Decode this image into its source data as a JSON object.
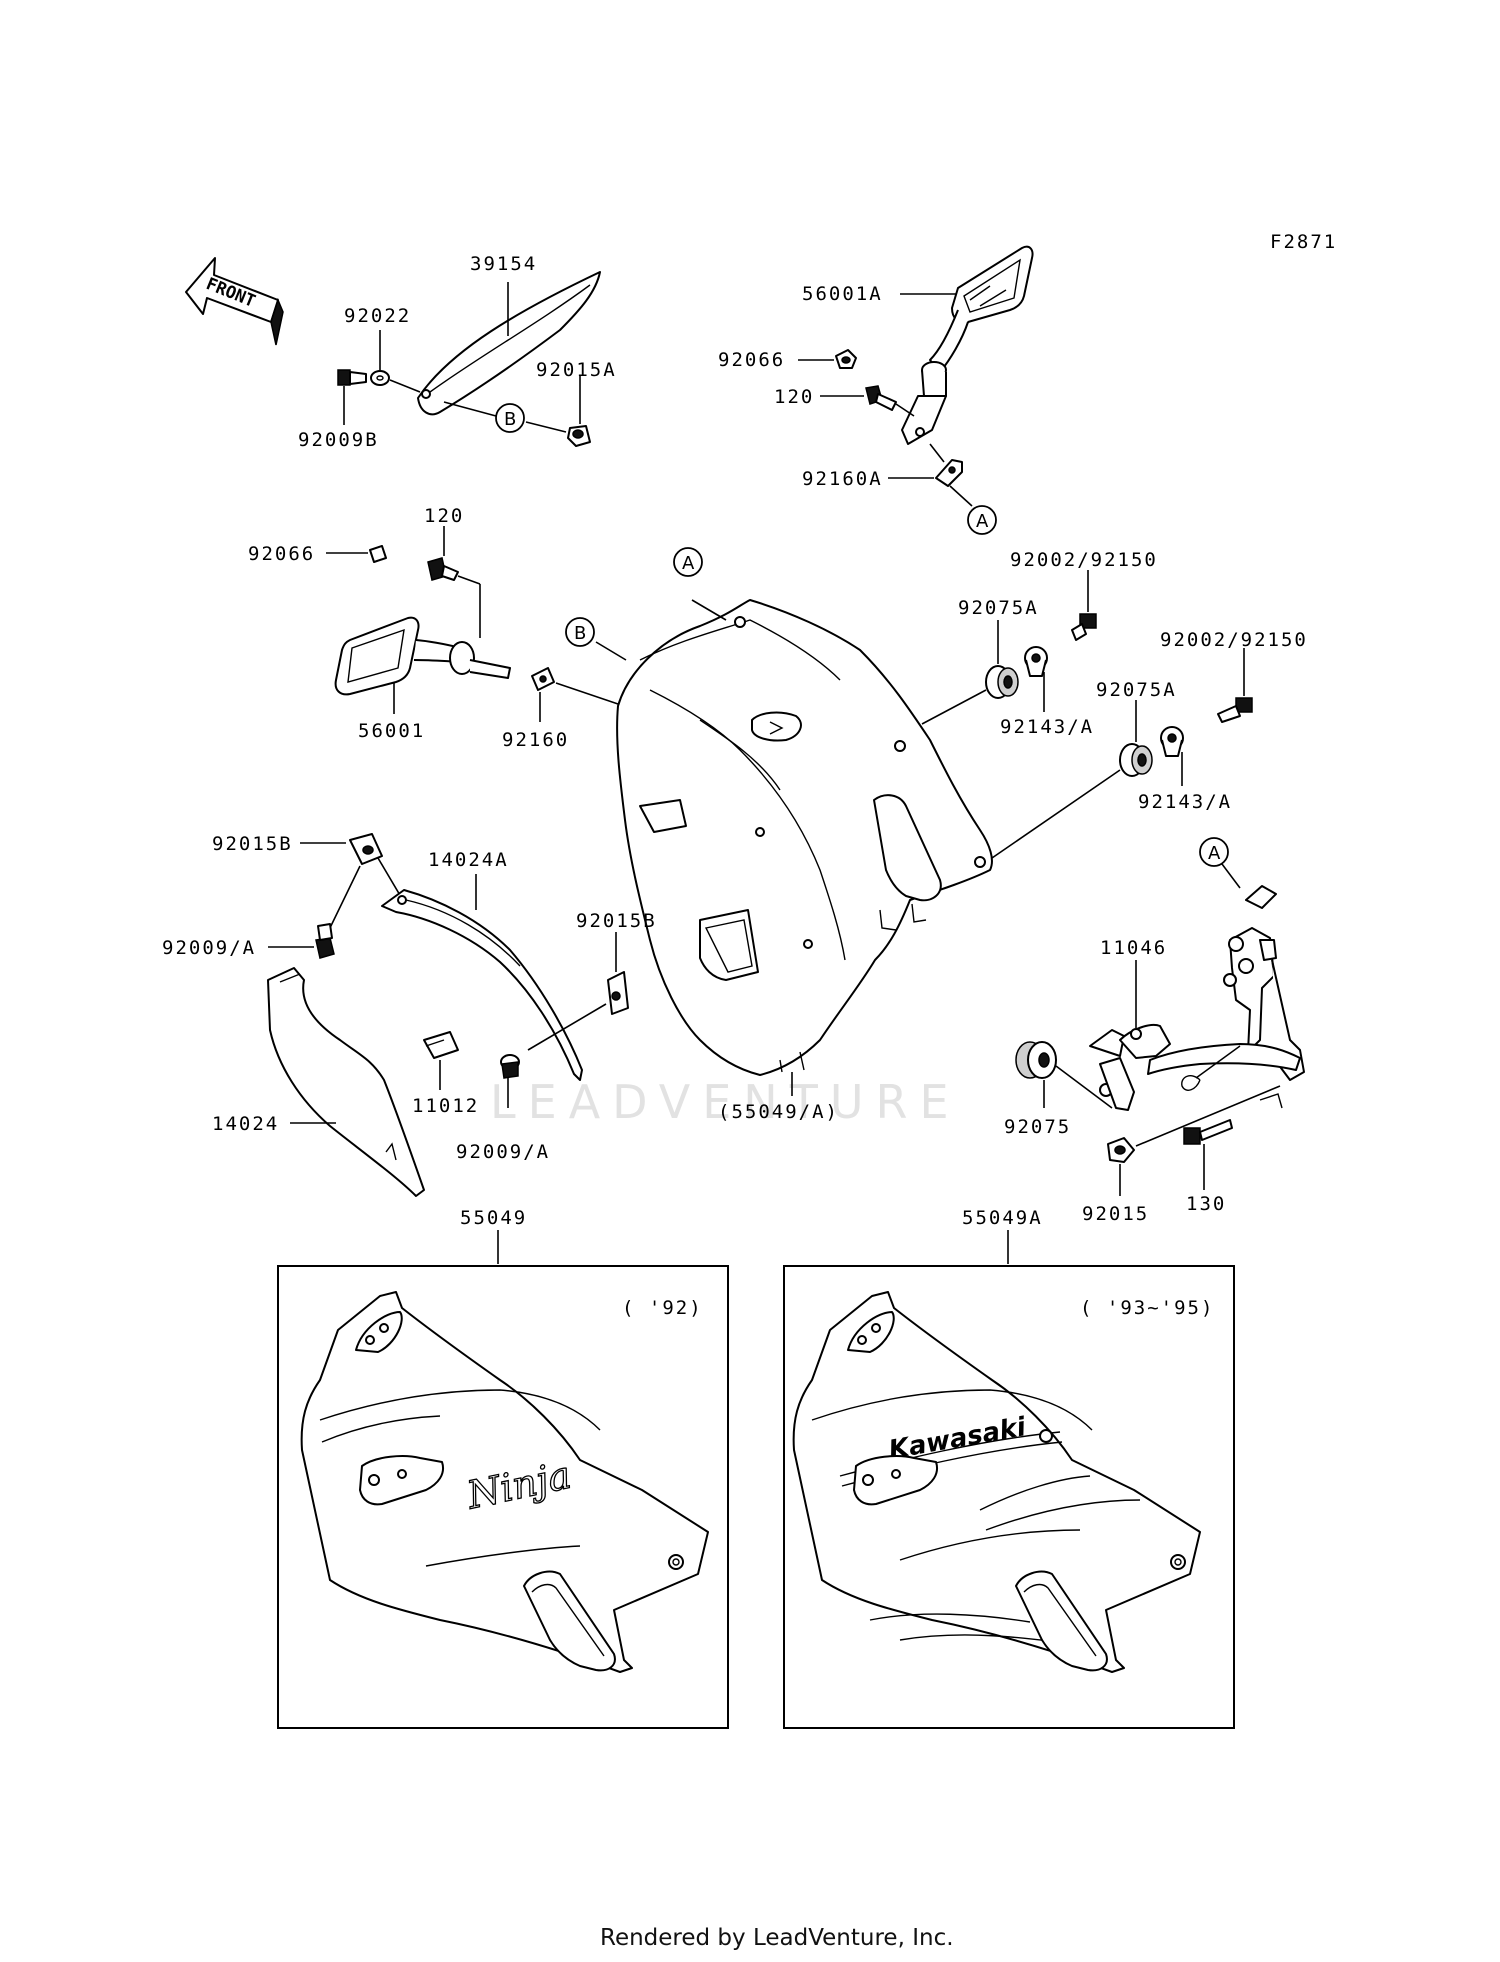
{
  "figure_code": "F2871",
  "front_label": "FRONT",
  "watermark": "LEADVENTURE",
  "footer": "Rendered by LeadVenture, Inc.",
  "callouts": {
    "a": "A",
    "b": "B"
  },
  "parts": {
    "p39154": "39154",
    "p92022": "92022",
    "p92015A": "92015A",
    "p92009B": "92009B",
    "p56001A": "56001A",
    "p92066_top": "92066",
    "p120_top": "120",
    "p92160A": "92160A",
    "p120_left": "120",
    "p92066_left": "92066",
    "p56001": "56001",
    "p92160": "92160",
    "p92002_1": "92002/92150",
    "p92075A_1": "92075A",
    "p92143_1": "92143/A",
    "p92002_2": "92002/92150",
    "p92075A_2": "92075A",
    "p92143_2": "92143/A",
    "p92015B_1": "92015B",
    "p14024A": "14024A",
    "p92015B_2": "92015B",
    "p92009A_1": "92009/A",
    "p14024": "14024",
    "p11012": "11012",
    "p92009A_2": "92009/A",
    "p55049A_paren": "(55049/A)",
    "p11046": "11046",
    "p92075": "92075",
    "p92015": "92015",
    "p130": "130",
    "p55049": "55049",
    "p55049A": "55049A"
  },
  "insets": {
    "left": {
      "years": "( '92)",
      "logo": "Ninja"
    },
    "right": {
      "years": "( '93~'95)",
      "logo": "Kawasaki"
    }
  }
}
